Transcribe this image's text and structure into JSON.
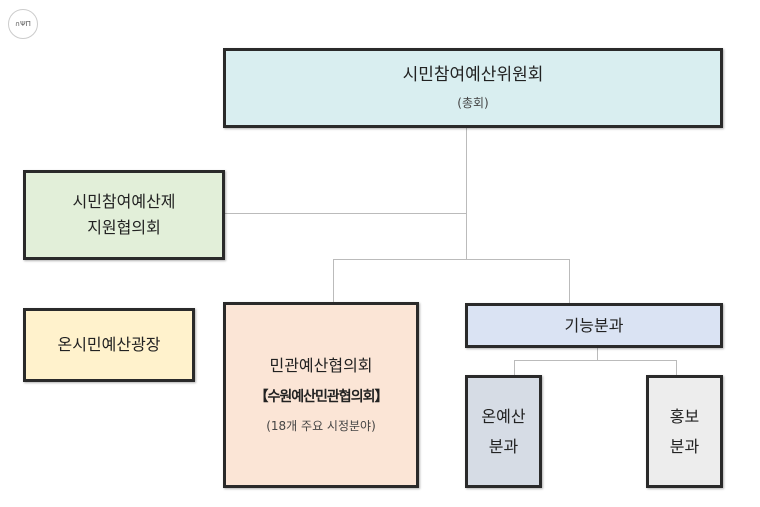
{
  "logo": {
    "text": "rmyim"
  },
  "nodes": {
    "committee": {
      "title": "시민참여예산위원회",
      "subtitle": "(총회)",
      "color": "#d9eef0"
    },
    "support_council": {
      "line1": "시민참여예산제",
      "line2": "지원협의회",
      "color": "#e2efd9"
    },
    "online_plaza": {
      "title": "온시민예산광장",
      "color": "#fff2cc"
    },
    "public_private": {
      "title": "민관예산협의회",
      "subtitle": "【수원예산민관협의회】",
      "note": "(18개 주요 시정분야)",
      "color": "#fbe5d6"
    },
    "function_div": {
      "title": "기능분과",
      "color": "#dae3f3"
    },
    "online_budget_div": {
      "line1": "온예산",
      "line2": "분과",
      "color": "#d6dce5"
    },
    "pr_div": {
      "line1": "홍보",
      "line2": "분과",
      "color": "#ededed"
    }
  }
}
